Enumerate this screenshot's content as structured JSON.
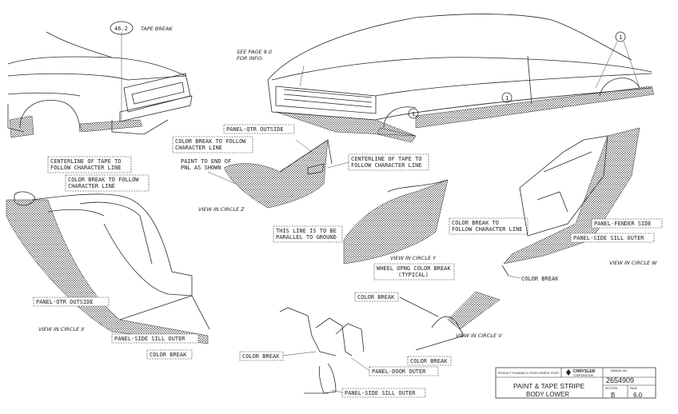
{
  "callouts": {
    "tape_break_num": "46.2",
    "tape_break": "TAPE BREAK",
    "see_page_1": "SEE PAGE 9.0",
    "see_page_2": "FOR INFO.",
    "circle_marker": "1",
    "panel_qtr_outside_z": "PANEL-QTR OUTSIDE",
    "color_break_follow_z_1": "COLOR BREAK TO FOLLOW",
    "color_break_follow_z_2": "CHARACTER LINE",
    "paint_to_end_1": "PAINT TO END OF",
    "paint_to_end_2": "PNL AS SHOWN",
    "centerline_z_1": "CENTERLINE OF TAPE TO",
    "centerline_z_2": "FOLLOW CHARACTER LINE",
    "view_z": "VIEW IN CIRCLE Z",
    "centerline_x_1": "CENTERLINE OF TAPE TO",
    "centerline_x_2": "FOLLOW CHARACTER LINE",
    "color_break_follow_x_1": "COLOR BREAK TO FOLLOW",
    "color_break_follow_x_2": "CHARACTER LINE",
    "panel_qtr_outside_x": "PANEL-QTR OUTSIDE",
    "view_x": "VIEW IN CIRCLE X",
    "panel_side_sill_outer_x": "PANEL-SIDE SILL OUTER",
    "color_break_x": "COLOR BREAK",
    "parallel_1": "THIS LINE IS TO BE",
    "parallel_2": "PARALLEL TO GROUND",
    "color_break_follow_y_1": "COLOR BREAK TO",
    "color_break_follow_y_2": "FOLLOW CHARACTER LINE",
    "view_y": "VIEW IN CIRCLE Y",
    "wheel_opng_1": "WHEEL OPNG COLOR BREAK",
    "wheel_opng_2": "(TYPICAL)",
    "panel_fender_side": "PANEL-FENDER SIDE",
    "panel_side_sill_outer_w": "PANEL-SIDE SILL OUTER",
    "view_w": "VIEW IN CIRCLE W",
    "color_break_w": "COLOR BREAK",
    "color_break_v_top": "COLOR BREAK",
    "view_v": "VIEW IN CIRCLE V",
    "color_break_v_bottom": "COLOR BREAK",
    "color_break_door": "COLOR BREAK",
    "panel_door_outer": "PANEL-DOOR OUTER",
    "panel_side_sill_outer_bottom": "PANEL-SIDE SILL OUTER"
  },
  "title_block": {
    "header_left": "PRODUCT PLANNING & DEVELOPMENT STAFF",
    "brand_line_1": "CHRYSLER",
    "brand_line_2": "CORPORATION",
    "manual_label": "MANUAL NO.",
    "manual_no": "2654909",
    "title_line_1": "PAINT & TAPE STRIPE",
    "title_line_2": "BODY LOWER",
    "section_label": "SECTION",
    "section_value": "B",
    "page_label": "PAGE",
    "page_value": "6.0"
  },
  "colors": {
    "ink": "#2a2a2a",
    "paper": "#ffffff"
  }
}
